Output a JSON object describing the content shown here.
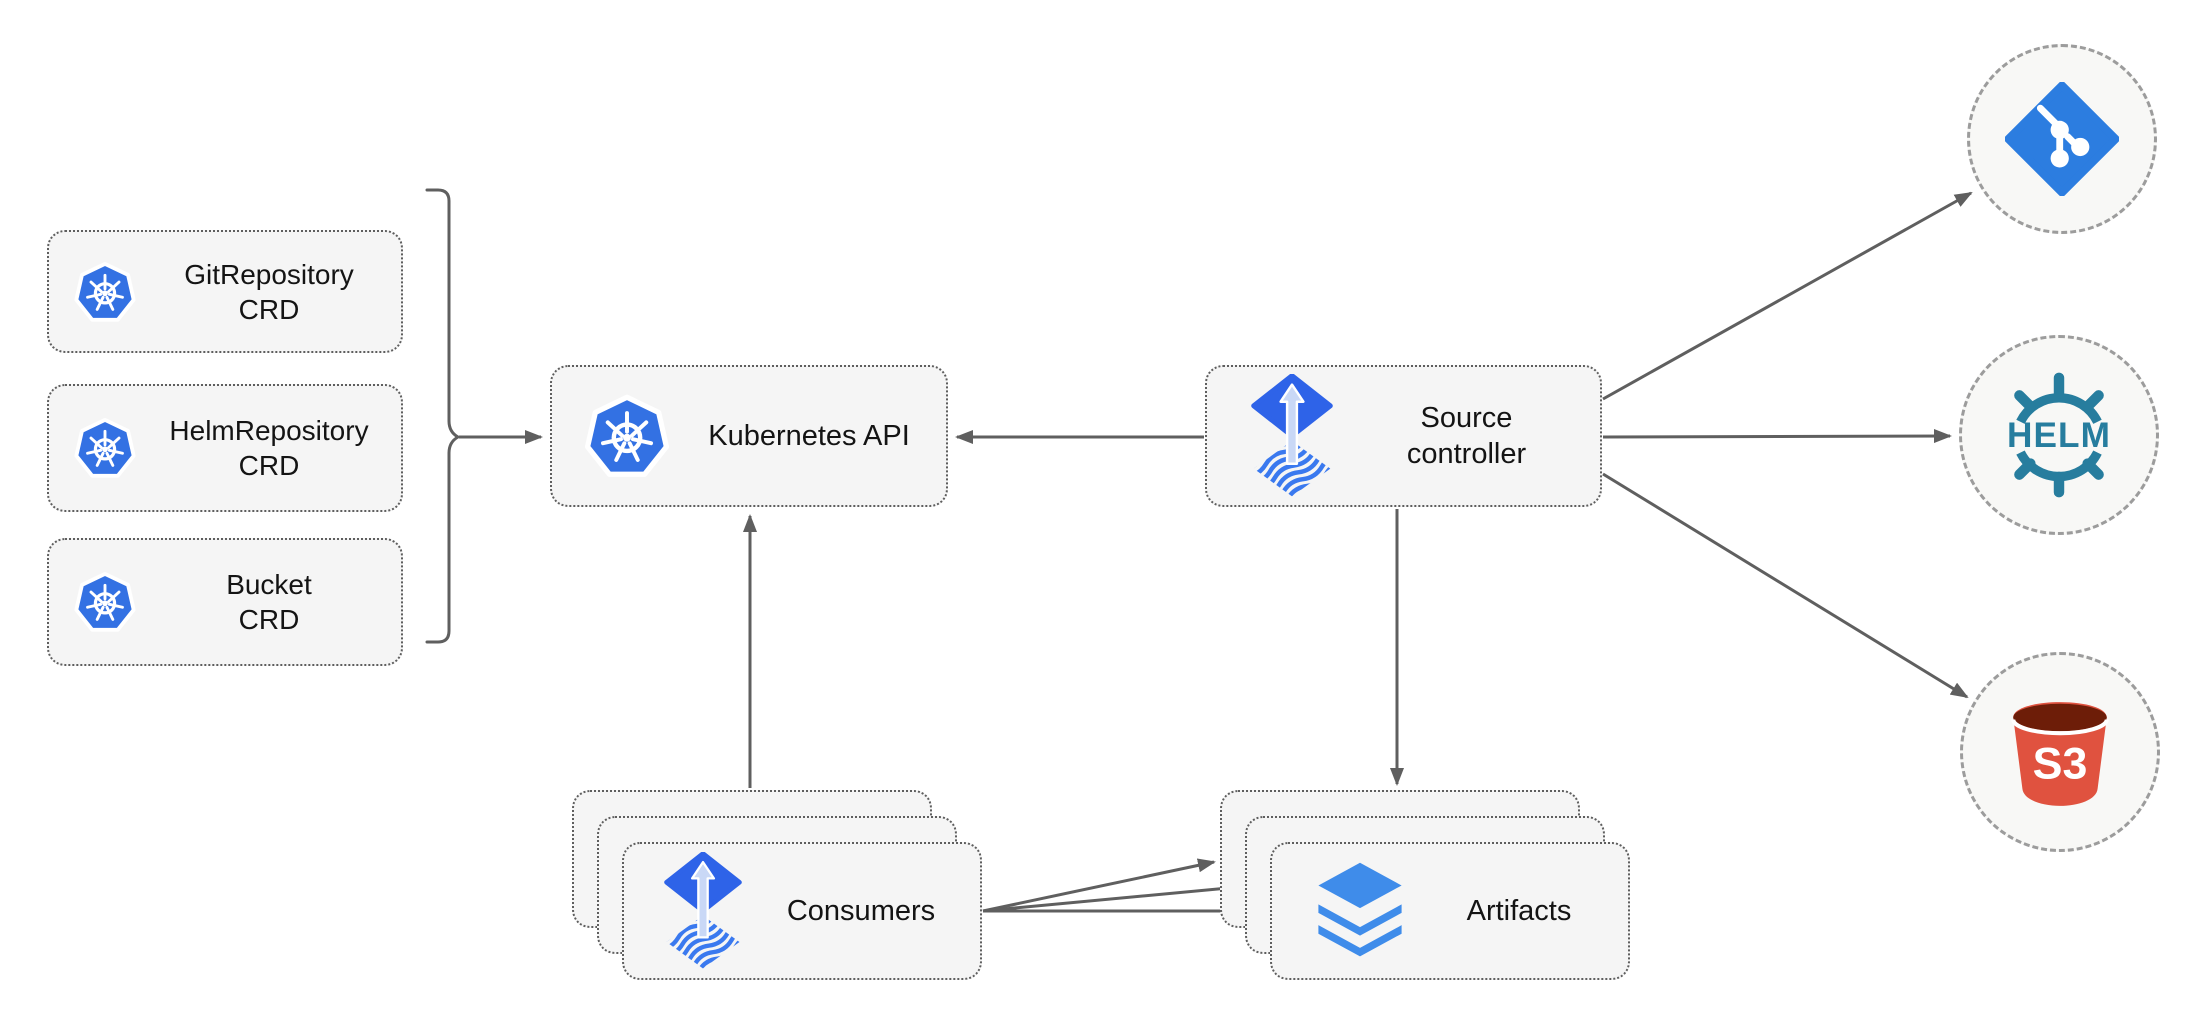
{
  "nodes": {
    "git_repository_crd": {
      "line1": "GitRepository",
      "line2": "CRD"
    },
    "helm_repository_crd": {
      "line1": "HelmRepository",
      "line2": "CRD"
    },
    "bucket_crd": {
      "line1": "Bucket",
      "line2": "CRD"
    },
    "kubernetes_api": {
      "label": "Kubernetes API"
    },
    "source_controller": {
      "line1": "Source",
      "line2": "controller"
    },
    "consumers": {
      "label": "Consumers"
    },
    "artifacts": {
      "label": "Artifacts"
    },
    "helm_endpoint": {
      "label": "HELM"
    },
    "s3_endpoint": {
      "label": "S3"
    }
  },
  "colors": {
    "kubernetes_blue": "#3371e3",
    "flux_blue": "#2e63e8",
    "flux_arrow_light": "#c9d8f6",
    "git_blue": "#2c7de0",
    "helm_teal": "#277d9e",
    "s3_red": "#e0523f",
    "s3_dark": "#6d1d08",
    "layers_blue": "#3f8cea",
    "edge_gray": "#5f5f5f",
    "box_fill": "#f5f5f5",
    "box_border": "#5e5e5e",
    "circle_border": "#9c9c9c"
  }
}
